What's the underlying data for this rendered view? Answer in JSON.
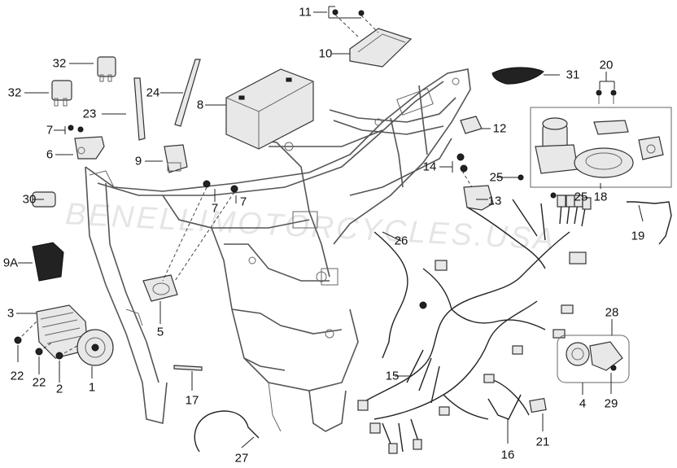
{
  "watermark": "BENELLIMOTORCYCLES.USA",
  "callouts": [
    {
      "id": "c11",
      "label": "11"
    },
    {
      "id": "c10",
      "label": "10"
    },
    {
      "id": "c31",
      "label": "31"
    },
    {
      "id": "c20",
      "label": "20"
    },
    {
      "id": "c32a",
      "label": "32"
    },
    {
      "id": "c32b",
      "label": "32"
    },
    {
      "id": "c24",
      "label": "24"
    },
    {
      "id": "c8",
      "label": "8"
    },
    {
      "id": "c23",
      "label": "23"
    },
    {
      "id": "c12",
      "label": "12"
    },
    {
      "id": "c7a",
      "label": "7"
    },
    {
      "id": "c6",
      "label": "6"
    },
    {
      "id": "c9",
      "label": "9"
    },
    {
      "id": "c14",
      "label": "14"
    },
    {
      "id": "c25a",
      "label": "25"
    },
    {
      "id": "c13",
      "label": "13"
    },
    {
      "id": "c7b",
      "label": "7"
    },
    {
      "id": "c7c",
      "label": "7"
    },
    {
      "id": "c25b",
      "label": "25"
    },
    {
      "id": "c18",
      "label": "18"
    },
    {
      "id": "c30",
      "label": "30"
    },
    {
      "id": "c19",
      "label": "19"
    },
    {
      "id": "c26",
      "label": "26"
    },
    {
      "id": "c9a",
      "label": "9A"
    },
    {
      "id": "c3",
      "label": "3"
    },
    {
      "id": "c5",
      "label": "5"
    },
    {
      "id": "c28",
      "label": "28"
    },
    {
      "id": "c15",
      "label": "15"
    },
    {
      "id": "c22a",
      "label": "22"
    },
    {
      "id": "c22b",
      "label": "22"
    },
    {
      "id": "c2",
      "label": "2"
    },
    {
      "id": "c1",
      "label": "1"
    },
    {
      "id": "c17",
      "label": "17"
    },
    {
      "id": "c4",
      "label": "4"
    },
    {
      "id": "c29",
      "label": "29"
    },
    {
      "id": "c16",
      "label": "16"
    },
    {
      "id": "c21",
      "label": "21"
    },
    {
      "id": "c27",
      "label": "27"
    }
  ]
}
